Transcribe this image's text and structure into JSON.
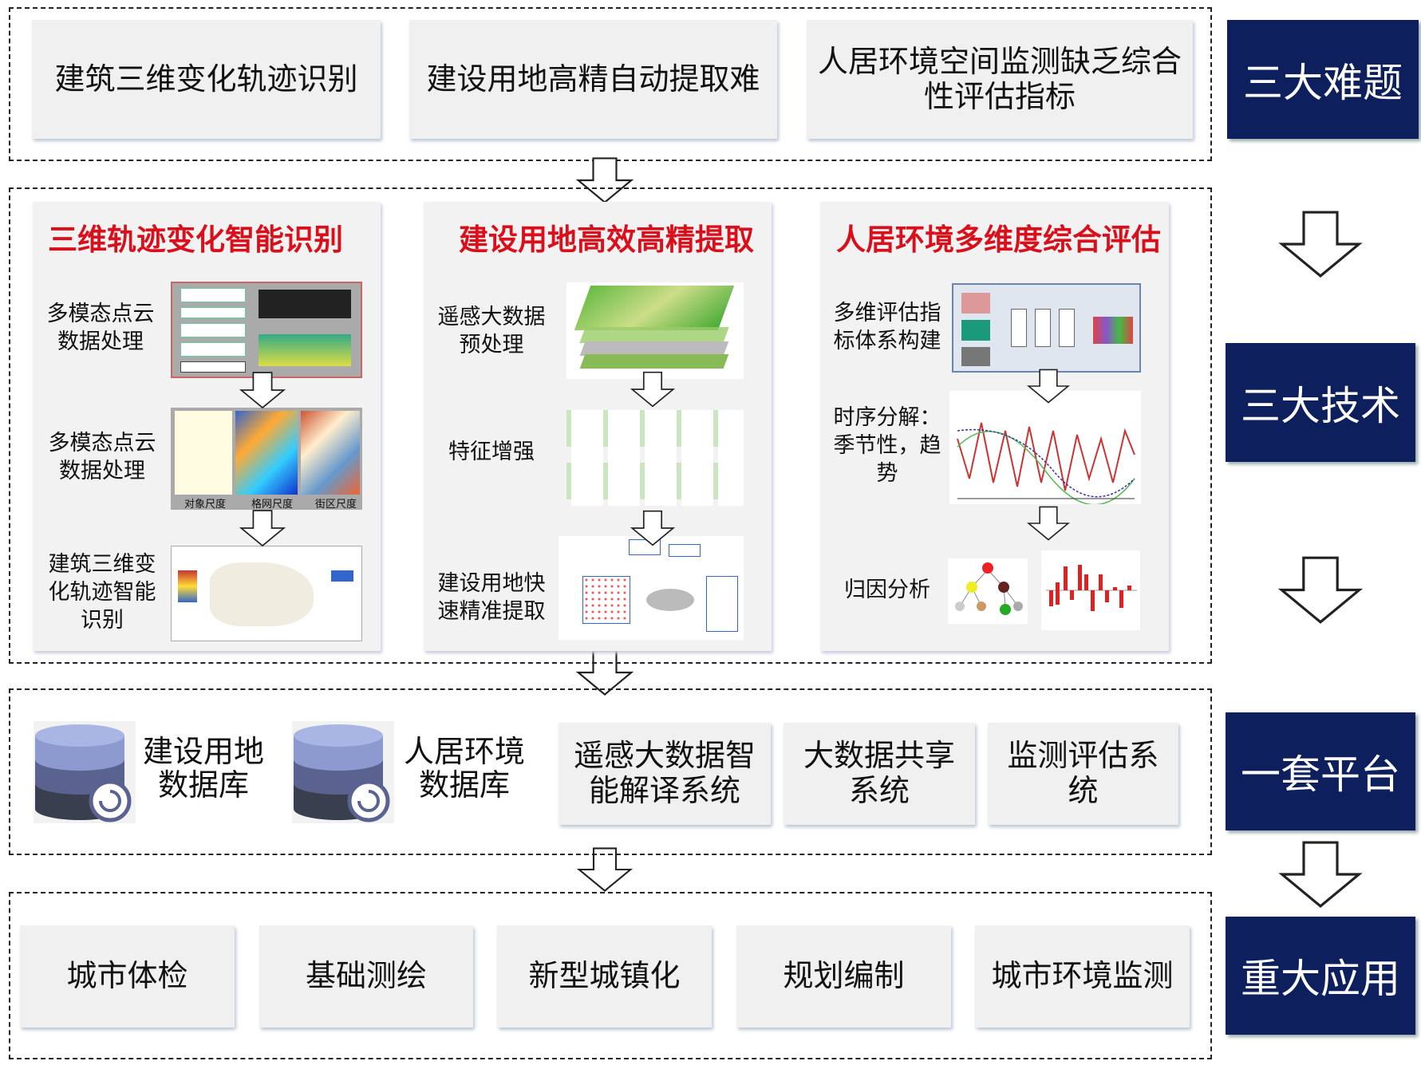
{
  "challenges": {
    "items": [
      "建筑三维变化轨迹识别",
      "建设用地高精自动提取难",
      "人居环境空间监测缺乏综合性评估指标"
    ],
    "label": "三大难题"
  },
  "technologies": {
    "label": "三大技术",
    "panels": [
      {
        "title": "三维轨迹变化智能识别",
        "steps": [
          "多模态点云数据处理",
          "多模态点云数据处理",
          "建筑三维变化轨迹智能识别"
        ],
        "figure_labels": [
          "对象尺度",
          "格网尺度",
          "街区尺度"
        ]
      },
      {
        "title": "建设用地高效高精提取",
        "steps": [
          "遥感大数据预处理",
          "特征增强",
          "建设用地快速精准提取"
        ]
      },
      {
        "title": "人居环境多维度综合评估",
        "steps": [
          "多维评估指标体系构建",
          "时序分解：季节性，趋势",
          "归因分析"
        ]
      }
    ]
  },
  "platform": {
    "label": "一套平台",
    "databases": [
      "建设用地数据库",
      "人居环境数据库"
    ],
    "systems": [
      "遥感大数据智能解译系统",
      "大数据共享系统",
      "监测评估系统"
    ]
  },
  "applications": {
    "label": "重大应用",
    "items": [
      "城市体检",
      "基础测绘",
      "新型城镇化",
      "规划编制",
      "城市环境监测"
    ]
  },
  "colors": {
    "navy": "#0d1f5c",
    "red": "#d9101b",
    "card": "#f0f0f0"
  }
}
